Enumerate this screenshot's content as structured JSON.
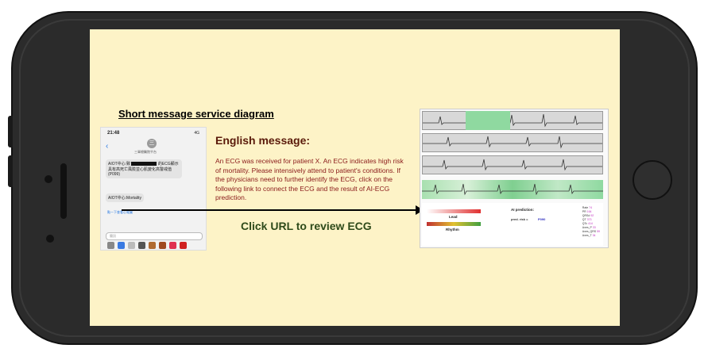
{
  "sms_section": {
    "title": "Short message service diagram",
    "status_time": "21:48",
    "status_right": "4G",
    "avatar_letter": "三",
    "contact": "三軍總醫院平台",
    "bubble1_prefix": "AIOT中心:致",
    "bubble1_text": "的ECG顯示具有高死亡風險並心肌變化高警戒值(P099)",
    "bubble2": "AIOT中心:Mortality",
    "link_text": "點一下查看心電圖",
    "input_placeholder": "簡訊"
  },
  "english_message": {
    "title": "English message:",
    "body": "An ECG was received for patient X. An ECG indicates high risk of mortality. Please intensively attend to patient's conditions. If the physicians need to further identify the ECG, click on the following link to connect the ECG and the result of AI-ECG prediction."
  },
  "cta": {
    "label": "Click URL to review ECG"
  },
  "ecg_panel": {
    "ai_prediction_label": "AI prediction:",
    "pred_risk_label": "pred. risk =",
    "pred_risk_value": "P090",
    "lead_label": "Lead",
    "rhythm_label": "Rhythm",
    "metrics": [
      {
        "name": "Rate",
        "value": "74"
      },
      {
        "name": "PR",
        "value": "164"
      },
      {
        "name": "QRSd",
        "value": "92"
      },
      {
        "name": "QT",
        "value": "373"
      },
      {
        "name": "QTc",
        "value": "414"
      },
      {
        "name": "Axes_P",
        "value": "33"
      },
      {
        "name": "Axes_QRS",
        "value": "59"
      },
      {
        "name": "Axes_T",
        "value": "34"
      }
    ]
  }
}
